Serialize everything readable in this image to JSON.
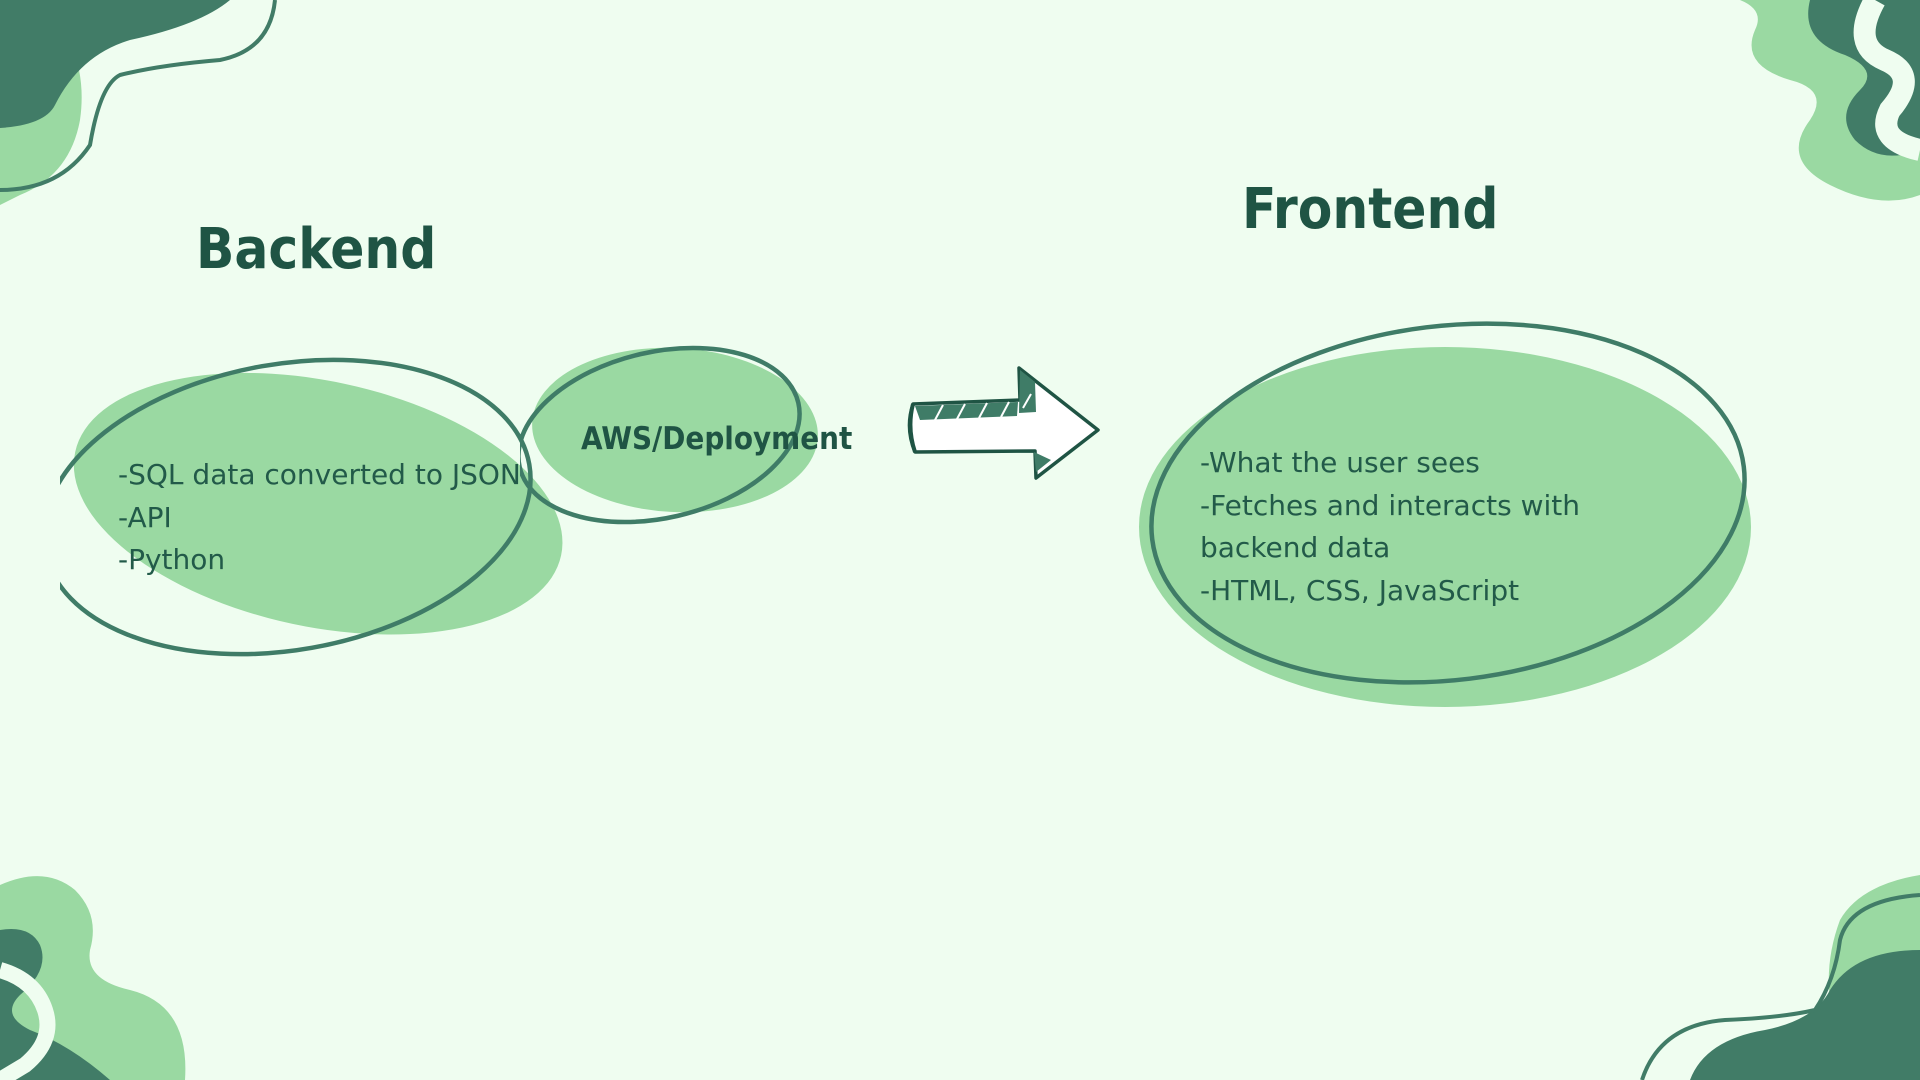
{
  "theme": {
    "background": "#effdf0",
    "light_green": "#9ad9a2",
    "dark_green": "#3f7c67",
    "text": "#1f5444"
  },
  "backend": {
    "title": "Backend",
    "items": [
      "-SQL data converted to JSON",
      "-API",
      "-Python"
    ],
    "badge": "AWS/Deployment"
  },
  "frontend": {
    "title": "Frontend",
    "items": [
      "-What the user sees",
      "-Fetches and interacts with backend data",
      "-HTML, CSS, JavaScript"
    ]
  },
  "connector": {
    "icon": "arrow-right-icon"
  }
}
